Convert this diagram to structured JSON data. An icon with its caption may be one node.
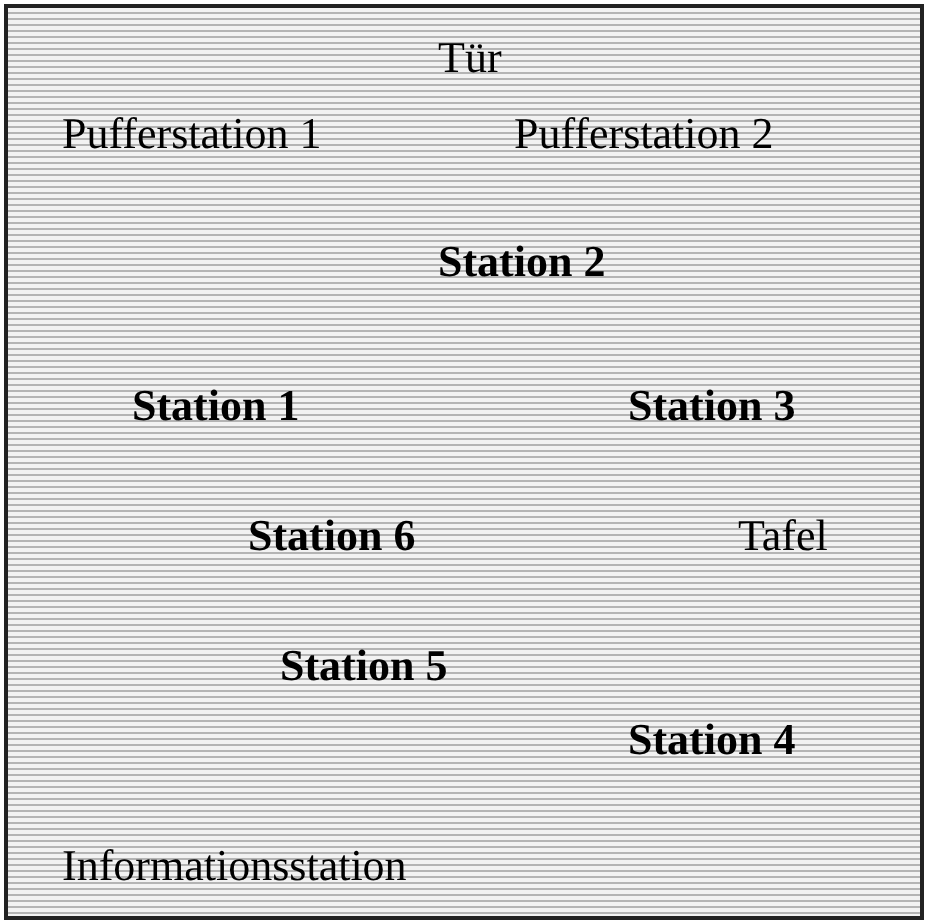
{
  "diagram": {
    "labels": [
      "Tür",
      "Pufferstation 1",
      "Pufferstation 2",
      "Station 2",
      "Station 1",
      "Station 3",
      "Station 6",
      "Tafel",
      "Station 5",
      "Station 4",
      "Informationsstation"
    ]
  }
}
